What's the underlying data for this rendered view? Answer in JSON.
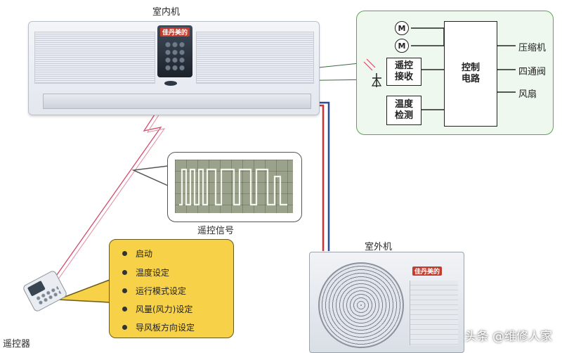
{
  "indoor_label": "室内机",
  "outdoor_label": "室外机",
  "remote_label": "遥控器",
  "signal_label": "遥控信号",
  "brand": "佳丹美的",
  "control": {
    "motor_symbol": "M",
    "remote_receiver": "遥控\n接收",
    "temp_sensor": "温度\n检测",
    "control_circuit": "控制\n电路",
    "outputs": [
      "压缩机",
      "四通阀",
      "风扇"
    ]
  },
  "remote_functions": [
    "启动",
    "温度设定",
    "运行模式设定",
    "风量(风力)设定",
    "导风板方向设定"
  ],
  "watermark": "头条 @维修人家",
  "colors": {
    "control_border": "#5aa35f",
    "control_fill": "#eef8ef",
    "callout_fill": "#f7d248",
    "signal_line": "#d44a6a",
    "pipe_red": "#c33",
    "pipe_blue": "#2b4c9b"
  }
}
